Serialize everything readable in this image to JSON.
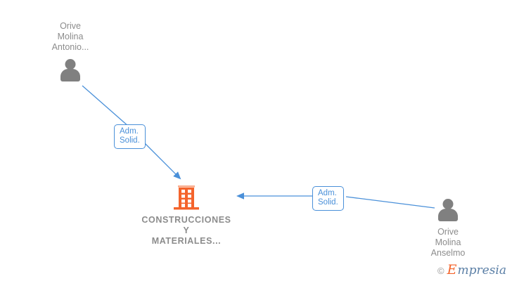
{
  "diagram": {
    "type": "org-relationship-graph",
    "background_color": "#ffffff",
    "nodes": [
      {
        "id": "person-top-left",
        "kind": "person",
        "icon": "person-icon",
        "color": "#808080",
        "label_lines": [
          "Orive",
          "Molina",
          "Antonio..."
        ]
      },
      {
        "id": "company-center",
        "kind": "company",
        "icon": "building-icon",
        "color": "#f4642c",
        "label_lines": [
          "CONSTRUCCIONES",
          "Y",
          "MATERIALES..."
        ]
      },
      {
        "id": "person-right",
        "kind": "person",
        "icon": "person-icon",
        "color": "#808080",
        "label_lines": [
          "Orive",
          "Molina",
          "Anselmo"
        ]
      }
    ],
    "edges": [
      {
        "id": "edge-top-left",
        "from": "person-top-left",
        "to": "company-center",
        "color": "#4a90d9",
        "arrow": "to-company",
        "label_lines": [
          "Adm.",
          "Solid."
        ]
      },
      {
        "id": "edge-right",
        "from": "person-right",
        "to": "company-center",
        "color": "#4a90d9",
        "arrow": "to-company",
        "label_lines": [
          "Adm.",
          "Solid."
        ]
      }
    ]
  },
  "watermark": {
    "copyright_symbol": "©",
    "brand_initial": "E",
    "brand_rest": "mpresia"
  }
}
